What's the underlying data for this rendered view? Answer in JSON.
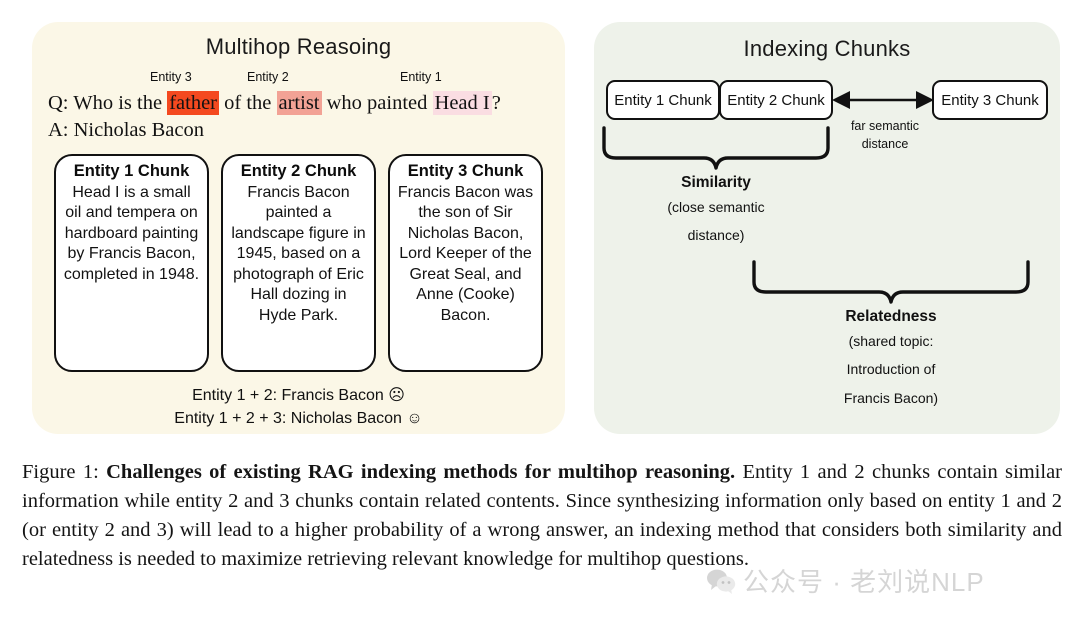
{
  "left_panel": {
    "title": "Multihop Reasoing",
    "entity_tags": [
      {
        "label": "Entity 3"
      },
      {
        "label": "Entity 2"
      },
      {
        "label": "Entity 1"
      }
    ],
    "question": {
      "prefix": "Q: Who is the ",
      "hl1": "father",
      "mid1": " of the ",
      "hl2": "artist",
      "mid2": " who painted ",
      "hl3": "Head I",
      "suffix": "?"
    },
    "answer": "A: Nicholas Bacon",
    "chunks": [
      {
        "head": "Entity 1 Chunk",
        "body": "Head I is a small oil and tempera on hardboard painting by Francis Bacon, completed in 1948."
      },
      {
        "head": "Entity 2 Chunk",
        "body": "Francis Bacon painted a landscape figure in 1945, based on a photograph of Eric Hall dozing in Hyde Park."
      },
      {
        "head": "Entity 3 Chunk",
        "body": "Francis Bacon was the son of Sir Nicholas Bacon, Lord Keeper of the Great Seal, and Anne (Cooke) Bacon."
      }
    ],
    "summary": [
      "Entity 1 + 2: Francis Bacon ☹",
      "Entity 1 + 2 + 3: Nicholas Bacon ☺"
    ]
  },
  "right_panel": {
    "title": "Indexing Chunks",
    "boxes": [
      {
        "label": "Entity 1 Chunk"
      },
      {
        "label": "Entity 2 Chunk"
      },
      {
        "label": "Entity 3 Chunk"
      }
    ],
    "arrow_label": "far semantic distance",
    "groups": [
      {
        "title": "Similarity",
        "sub_lines": [
          "(close semantic",
          "distance)"
        ]
      },
      {
        "title": "Relatedness",
        "sub_lines": [
          "(shared topic:",
          "Introduction of",
          "Francis Bacon)"
        ]
      }
    ]
  },
  "caption": {
    "label": "Figure 1: ",
    "bold": "Challenges of existing RAG indexing methods for multihop reasoning.",
    "rest": " Entity 1 and 2 chunks contain similar information while entity 2 and 3 chunks contain related contents. Since synthesizing information only based on entity 1 and 2 (or entity 2 and 3) will lead to a higher probability of a wrong answer, an indexing method that considers both similarity and relatedness is needed to maximize retrieving relevant knowledge for multihop questions."
  },
  "watermark": {
    "text": "公众号 · 老刘说NLP"
  },
  "colors": {
    "left_panel_bg": "#fbf7e7",
    "right_panel_bg": "#eef2ea",
    "highlight_strong": "#f4491f",
    "highlight_mid": "#f2a295",
    "highlight_light": "#fadde2",
    "stroke": "#111111"
  }
}
